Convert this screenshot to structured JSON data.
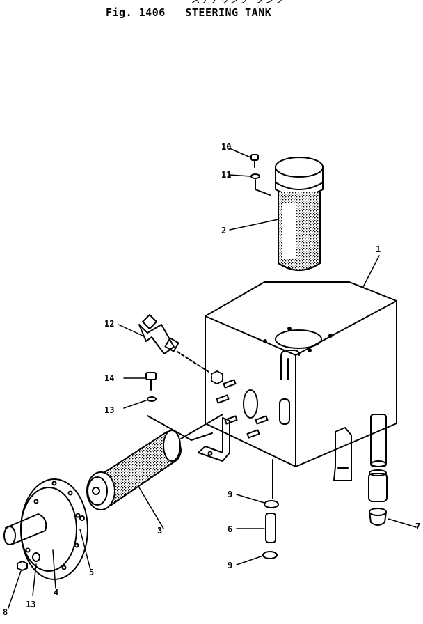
{
  "header": {
    "subtitle_jp": "ステアリング タンク",
    "figure_no": "Fig. 1406",
    "title": "STEERING TANK"
  },
  "callouts": [
    "1",
    "2",
    "3",
    "4",
    "5",
    "6",
    "7",
    "8",
    "9",
    "9",
    "10",
    "11",
    "12",
    "13",
    "13",
    "14"
  ]
}
